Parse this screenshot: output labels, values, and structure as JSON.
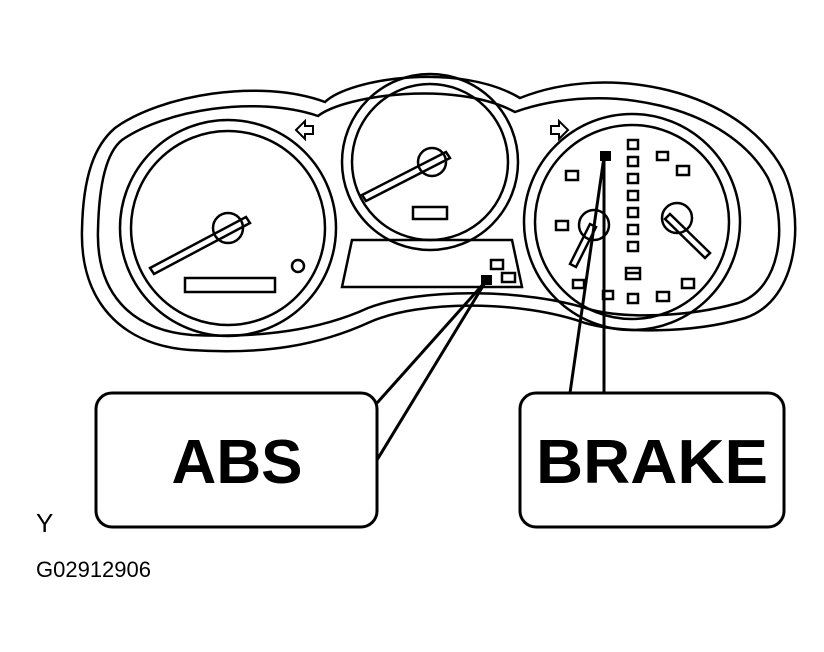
{
  "callouts": {
    "abs": "ABS",
    "brake": "BRAKE"
  },
  "figure": {
    "view_letter": "Y",
    "code": "G02912906"
  },
  "colors": {
    "line": "#000000",
    "background": "#ffffff"
  },
  "icons": [
    "left-arrow-icon",
    "right-arrow-icon",
    "abs-warning-lamp",
    "brake-warning-lamp"
  ]
}
